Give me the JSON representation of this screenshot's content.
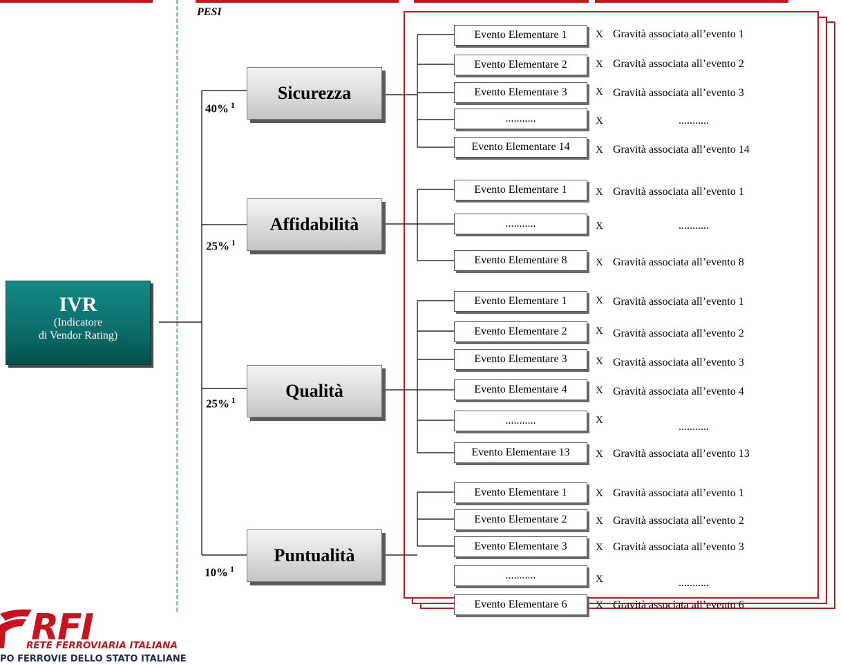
{
  "header": {
    "pesi_label": "PESI"
  },
  "root": {
    "title": "IVR",
    "subtitle_line1": "(Indicatore",
    "subtitle_line2": "di Vendor Rating)"
  },
  "categories": [
    {
      "name": "Sicurezza",
      "weight": "40%",
      "note": "1"
    },
    {
      "name": "Affidabilità",
      "weight": "25%",
      "note": "1"
    },
    {
      "name": "Qualità",
      "weight": "25%",
      "note": "1"
    },
    {
      "name": "Puntualità",
      "weight": "10%",
      "note": "1"
    }
  ],
  "events": {
    "sicurezza": [
      {
        "label": "Evento Elementare 1",
        "x": "X",
        "gravity": "Gravità associata all’evento 1"
      },
      {
        "label": "Evento Elementare 2",
        "x": "X",
        "gravity": "Gravità associata all’evento 2"
      },
      {
        "label": "Evento Elementare 3",
        "x": "X",
        "gravity": "Gravità associata all’evento 3"
      },
      {
        "label": "...........",
        "x": "X",
        "gravity": "..........."
      },
      {
        "label": "Evento Elementare 14",
        "x": "X",
        "gravity": "Gravità associata all’evento 14"
      }
    ],
    "affidabilita": [
      {
        "label": "Evento Elementare 1",
        "x": "X",
        "gravity": "Gravità associata all’evento 1"
      },
      {
        "label": "...........",
        "x": "X",
        "gravity": "..........."
      },
      {
        "label": "Evento Elementare 8",
        "x": "X",
        "gravity": "Gravità associata all’evento 8"
      }
    ],
    "qualita": [
      {
        "label": "Evento Elementare 1",
        "x": "X",
        "gravity": "Gravità associata all’evento 1"
      },
      {
        "label": "Evento Elementare 2",
        "x": "X",
        "gravity": "Gravità associata all’evento 2"
      },
      {
        "label": "Evento Elementare 3",
        "x": "X",
        "gravity": "Gravità associata all’evento 3"
      },
      {
        "label": "Evento Elementare 4",
        "x": "X",
        "gravity": "Gravità associata all’evento 4"
      },
      {
        "label": "...........",
        "x": "X",
        "gravity": "..........."
      },
      {
        "label": "Evento Elementare 13",
        "x": "X",
        "gravity": "Gravità associata all’evento 13"
      }
    ],
    "puntualita": [
      {
        "label": "Evento Elementare 1",
        "x": "X",
        "gravity": "Gravità associata all’evento 1"
      },
      {
        "label": "Evento Elementare 2",
        "x": "X",
        "gravity": "Gravità associata all’evento 2"
      },
      {
        "label": "Evento Elementare 3",
        "x": "X",
        "gravity": "Gravità associata all’evento 3"
      },
      {
        "label": "...........",
        "x": "X",
        "gravity": "..........."
      },
      {
        "label": "Evento Elementare 6",
        "x": "X",
        "gravity": "Gravità associata all’evento 6"
      }
    ]
  },
  "logo": {
    "brand": "RFI",
    "line1": "RETE FERROVIARIA ITALIANA",
    "line2": "PO FERROVIE DELLO STATO ITALIANE"
  },
  "colors": {
    "accent_red": "#c8141e",
    "ivr_teal": "#0c6f6c",
    "divider_blue": "#8fc3cc"
  }
}
